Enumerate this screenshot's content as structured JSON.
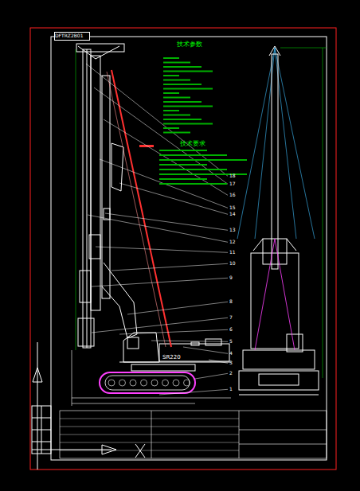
{
  "diagram": {
    "nodes": [
      {
        "text": [
          "DFTRZ2B01"
        ]
      }
    ],
    "labels": [
      "技术参数",
      "技术要求",
      "SR220",
      "1",
      "2",
      "3",
      "4",
      "5",
      "6",
      "7",
      "8",
      "9",
      "10",
      "11",
      "12",
      "13",
      "14",
      "15",
      "16",
      "17",
      "18"
    ]
  }
}
